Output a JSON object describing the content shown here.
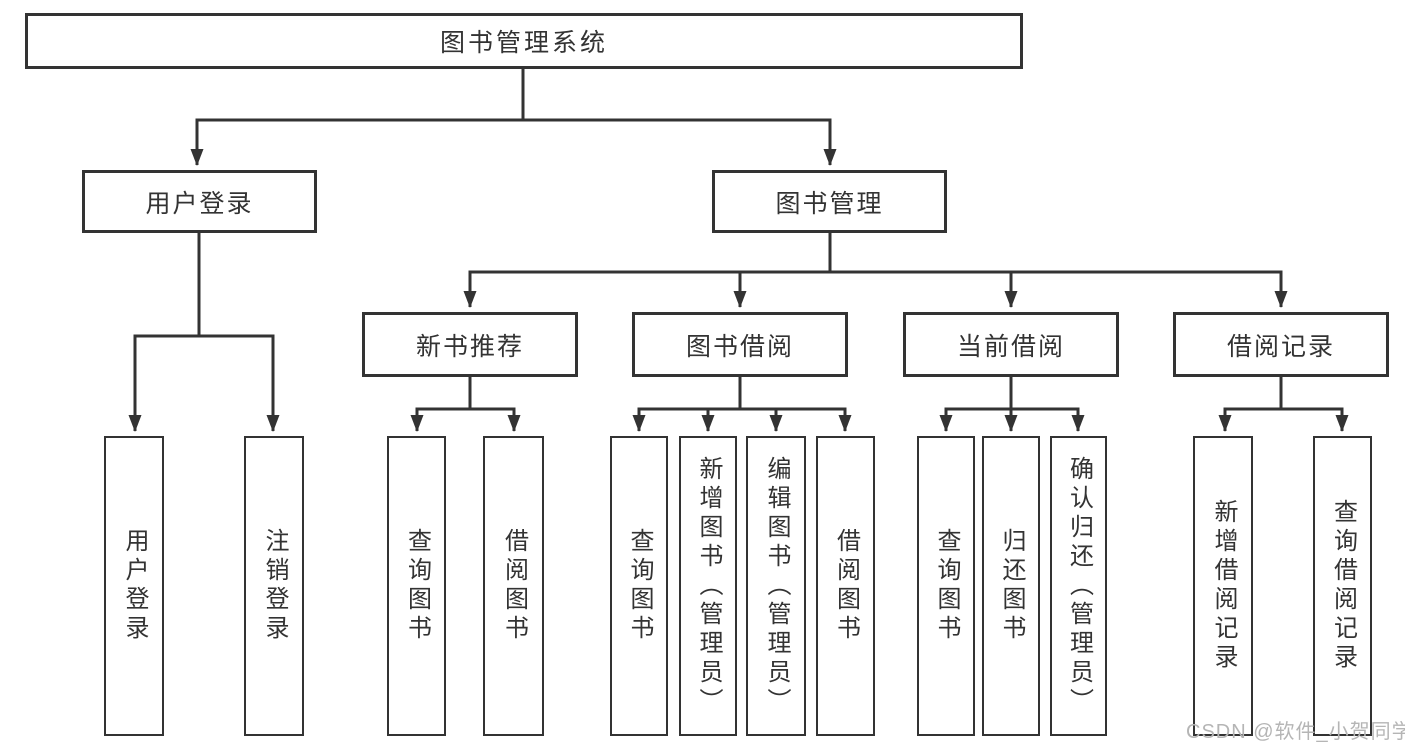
{
  "title": "图书管理系统",
  "tree": {
    "root": "图书管理系统",
    "branches": [
      {
        "label": "用户登录",
        "children": [
          "用户登录",
          "注销登录"
        ]
      },
      {
        "label": "图书管理",
        "groups": [
          {
            "label": "新书推荐",
            "children": [
              "查询图书",
              "借阅图书"
            ]
          },
          {
            "label": "图书借阅",
            "children": [
              "查询图书",
              "新增图书（管理员）",
              "编辑图书（管理员）",
              "借阅图书"
            ]
          },
          {
            "label": "当前借阅",
            "children": [
              "查询图书",
              "归还图书",
              "确认归还（管理员）"
            ]
          },
          {
            "label": "借阅记录",
            "children": [
              "新增借阅记录",
              "查询借阅记录"
            ]
          }
        ]
      }
    ]
  },
  "watermark": "CSDN @软件_小贺同学",
  "colors": {
    "line": "#333333",
    "text": "#333333",
    "box_background": "#ffffff",
    "watermark": "#b5b5b5",
    "page_background": "#ffffff"
  }
}
